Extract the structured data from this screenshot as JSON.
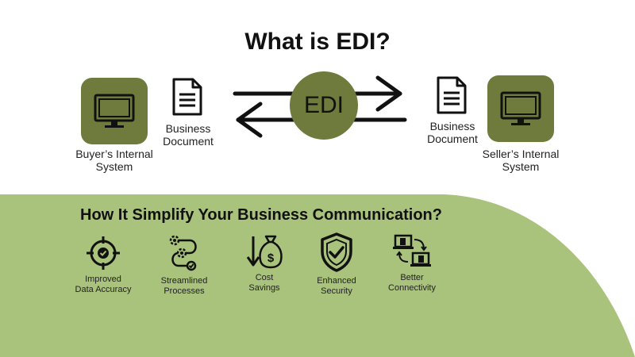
{
  "title": "What is EDI?",
  "center_label": "EDI",
  "left": {
    "system_line1": "Buyer’s Internal",
    "system_line2": "System",
    "doc_line1": "Business",
    "doc_line2": "Document"
  },
  "right": {
    "system_line1": "Seller’s Internal",
    "system_line2": "System",
    "doc_line1": "Business",
    "doc_line2": "Document"
  },
  "subtitle": "How It Simplify Your Business Communication?",
  "benefits": [
    {
      "icon": "target-check-icon",
      "line1": "Improved",
      "line2": "Data Accuracy"
    },
    {
      "icon": "workflow-gears-icon",
      "line1": "Streamlined",
      "line2": "Processes"
    },
    {
      "icon": "money-bag-down-icon",
      "line1": "Cost",
      "line2": "Savings"
    },
    {
      "icon": "shield-check-icon",
      "line1": "Enhanced",
      "line2": "Security"
    },
    {
      "icon": "laptops-exchange-icon",
      "line1": "Better",
      "line2": "Connectivity"
    }
  ],
  "colors": {
    "box_green": "#6e7b3d",
    "background_green": "#a9c27c"
  }
}
